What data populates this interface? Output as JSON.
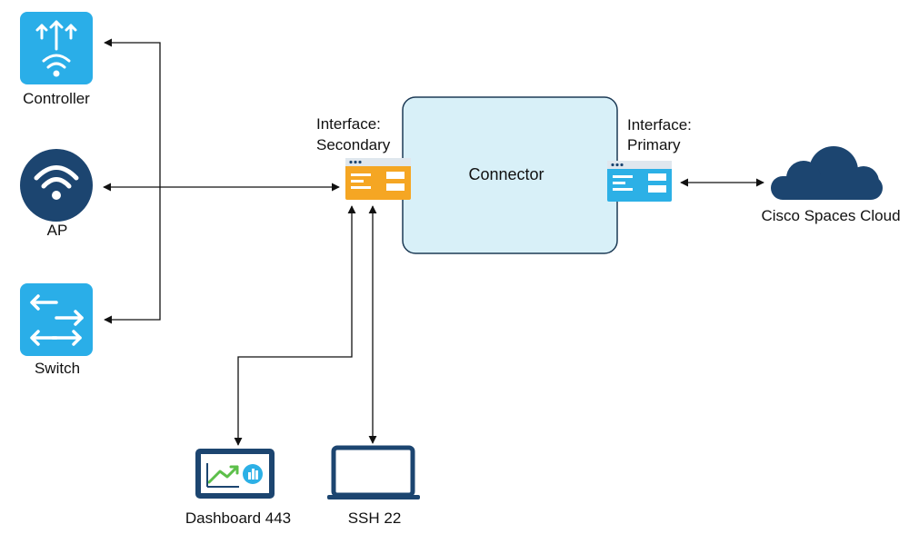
{
  "nodes": {
    "controller": {
      "label": "Controller",
      "icon": "wireless-controller-icon"
    },
    "ap": {
      "label": "AP",
      "icon": "wifi-access-point-icon"
    },
    "switch": {
      "label": "Switch",
      "icon": "network-switch-icon"
    },
    "connector": {
      "label": "Connector"
    },
    "secondary_interface": {
      "label_line1": "Interface:",
      "label_line2": "Secondary",
      "icon": "interface-card-icon"
    },
    "primary_interface": {
      "label_line1": "Interface:",
      "label_line2": "Primary",
      "icon": "interface-card-icon"
    },
    "cloud": {
      "label": "Cisco Spaces Cloud",
      "icon": "cloud-icon"
    },
    "dashboard": {
      "label": "Dashboard 443",
      "icon": "dashboard-monitor-icon"
    },
    "ssh": {
      "label": "SSH 22",
      "icon": "laptop-icon"
    }
  },
  "colors": {
    "device_blue": "#2aaee8",
    "navy": "#1c4570",
    "connector_fill": "#d8f0f8",
    "secondary_orange": "#f5a623",
    "primary_blue": "#2cb0e6",
    "line": "#111111",
    "chart_green": "#5cbf4a"
  }
}
